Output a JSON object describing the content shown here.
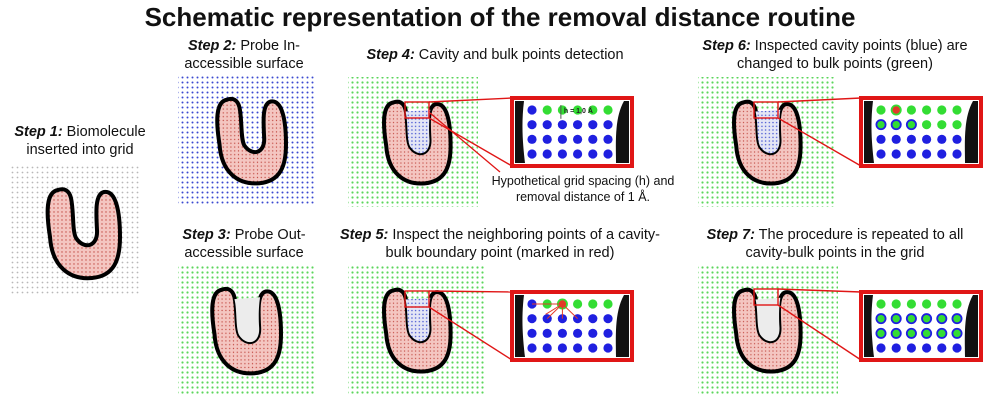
{
  "title": "Schematic representation of the removal distance routine",
  "steps": [
    {
      "label": "Step 1:",
      "text": " Biomolecule inserted into grid"
    },
    {
      "label": "Step 2:",
      "text": " Probe In-accessible surface"
    },
    {
      "label": "Step 3:",
      "text": " Probe Out-accessible surface"
    },
    {
      "label": "Step 4:",
      "text": " Cavity and bulk points detection"
    },
    {
      "label": "Step 5:",
      "text": " Inspect the neighboring points of a cavity-bulk boundary point (marked in red)"
    },
    {
      "label": "Step 6:",
      "text": " Inspected cavity points (blue) are changed to bulk points (green)"
    },
    {
      "label": "Step 7:",
      "text": " The procedure is repeated to all cavity-bulk points in the grid"
    }
  ],
  "note": "Hypothetical grid spacing (h) and removal distance of 1 Å.",
  "inset_label": "h = 1,0 Å",
  "colors": {
    "grid_gray": "#b8b8b8",
    "probe_blue": "#3a4ad0",
    "probe_green": "#5bd65b",
    "molecule_fill": "#f4c6c1",
    "molecule_dots": "#c24b44",
    "frame_red": "#e01616",
    "cavity_blue": "#1f1fe0",
    "bulk_green": "#33dd33",
    "boundary_red": "#e23a2a"
  }
}
